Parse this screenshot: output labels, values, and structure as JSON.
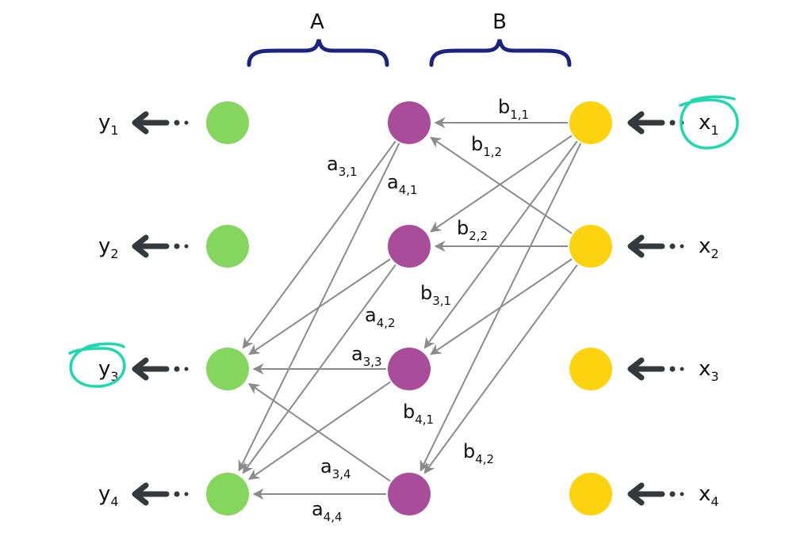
{
  "title": "Linear transformation composition diagram",
  "groups": [
    {
      "id": "A",
      "label": "A"
    },
    {
      "id": "B",
      "label": "B"
    }
  ],
  "colors": {
    "output_node": "#85d65f",
    "hidden_node": "#a94c9a",
    "input_node": "#fdd20e",
    "edge": "#8a8b8d",
    "io_arrow": "#33393d",
    "brace": "#1a237e",
    "highlight": "#1dd8b0"
  },
  "outputs": [
    {
      "base": "y",
      "sub": "1",
      "highlighted": false
    },
    {
      "base": "y",
      "sub": "2",
      "highlighted": false
    },
    {
      "base": "y",
      "sub": "3",
      "highlighted": true
    },
    {
      "base": "y",
      "sub": "4",
      "highlighted": false
    }
  ],
  "inputs": [
    {
      "base": "x",
      "sub": "1",
      "highlighted": true
    },
    {
      "base": "x",
      "sub": "2",
      "highlighted": false
    },
    {
      "base": "x",
      "sub": "3",
      "highlighted": false
    },
    {
      "base": "x",
      "sub": "4",
      "highlighted": false
    }
  ],
  "hidden_count": 4,
  "b_edges": [
    {
      "from_input": 1,
      "to_hidden": 1,
      "label": {
        "base": "b",
        "sub": "1,1"
      }
    },
    {
      "from_input": 2,
      "to_hidden": 1,
      "label": {
        "base": "b",
        "sub": "1,2"
      }
    },
    {
      "from_input": 1,
      "to_hidden": 2,
      "label": null
    },
    {
      "from_input": 2,
      "to_hidden": 2,
      "label": {
        "base": "b",
        "sub": "2,2"
      }
    },
    {
      "from_input": 1,
      "to_hidden": 3,
      "label": {
        "base": "b",
        "sub": "3,1"
      }
    },
    {
      "from_input": 2,
      "to_hidden": 3,
      "label": null
    },
    {
      "from_input": 1,
      "to_hidden": 4,
      "label": {
        "base": "b",
        "sub": "4,1"
      }
    },
    {
      "from_input": 2,
      "to_hidden": 4,
      "label": {
        "base": "b",
        "sub": "4,2"
      }
    }
  ],
  "a_edges": [
    {
      "from_hidden": 1,
      "to_output": 3,
      "label": {
        "base": "a",
        "sub": "3,1"
      }
    },
    {
      "from_hidden": 1,
      "to_output": 4,
      "label": {
        "base": "a",
        "sub": "4,1"
      }
    },
    {
      "from_hidden": 2,
      "to_output": 3,
      "label": null
    },
    {
      "from_hidden": 2,
      "to_output": 4,
      "label": {
        "base": "a",
        "sub": "4,2"
      }
    },
    {
      "from_hidden": 3,
      "to_output": 3,
      "label": {
        "base": "a",
        "sub": "3,3"
      }
    },
    {
      "from_hidden": 3,
      "to_output": 4,
      "label": null
    },
    {
      "from_hidden": 4,
      "to_output": 3,
      "label": {
        "base": "a",
        "sub": "3,4"
      }
    },
    {
      "from_hidden": 4,
      "to_output": 4,
      "label": {
        "base": "a",
        "sub": "4,4"
      }
    }
  ]
}
